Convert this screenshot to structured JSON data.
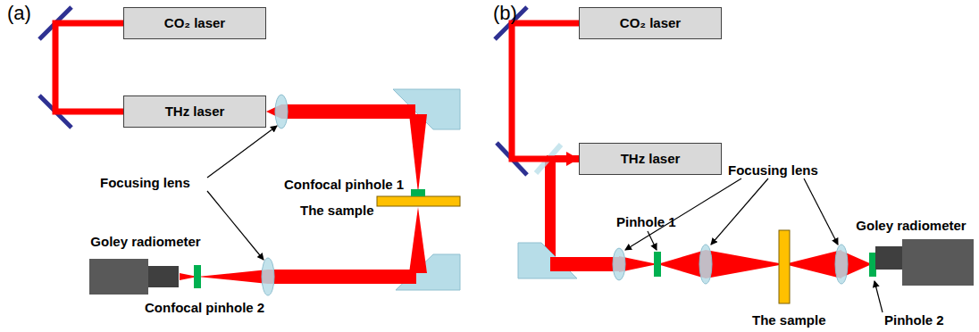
{
  "diagram": {
    "nodes": [
      {
        "text": [
          "CO₂ laser"
        ]
      },
      {
        "text": [
          "THz laser"
        ]
      },
      {
        "text": [
          "Goley radiometer"
        ]
      },
      {
        "text": [
          "CO₂ laser"
        ]
      },
      {
        "text": [
          "THz laser"
        ]
      },
      {
        "text": [
          "Goley radiometer"
        ]
      }
    ],
    "edges": [
      {
        "from": 0,
        "to": 1,
        "arrow": "none"
      },
      {
        "from": 3,
        "to": 4,
        "arrow": "to"
      }
    ],
    "labels": [
      "(a)",
      "(b)",
      "Focusing lens",
      "Confocal pinhole 1",
      "The sample",
      "Confocal pinhole 2",
      "Focusing lens",
      "Pinhole 1",
      "The sample",
      "Pinhole 2"
    ]
  }
}
